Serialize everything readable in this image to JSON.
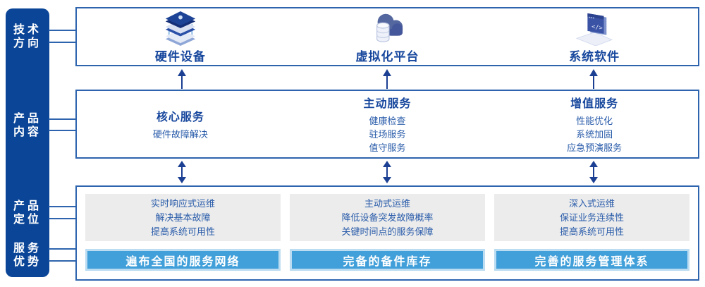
{
  "sidebar": {
    "items": [
      "技术方向",
      "产品内容",
      "产品定位",
      "服务优势"
    ]
  },
  "tech_row": {
    "columns": [
      {
        "icon": "server-stack-icon",
        "label": "硬件设备"
      },
      {
        "icon": "cloud-database-icon",
        "label": "虚拟化平台"
      },
      {
        "icon": "software-window-icon",
        "label": "系统软件"
      }
    ]
  },
  "content_row": {
    "columns": [
      {
        "title": "核心服务",
        "items": [
          "硬件故障解决"
        ]
      },
      {
        "title": "主动服务",
        "items": [
          "健康检查",
          "驻场服务",
          "值守服务"
        ]
      },
      {
        "title": "增值服务",
        "items": [
          "性能优化",
          "系统加固",
          "应急预演服务"
        ]
      }
    ]
  },
  "position_row": {
    "columns": [
      {
        "lines": [
          "实时响应式运维",
          "解决基本故障",
          "提高系统可用性"
        ],
        "advantage": "遍布全国的服务网络"
      },
      {
        "lines": [
          "主动式运维",
          "降低设备突发故障概率",
          "关键时间点的服务保障"
        ],
        "advantage": "完备的备件库存"
      },
      {
        "lines": [
          "深入式运维",
          "保证业务连续性",
          "提高系统可用性"
        ],
        "advantage": "完善的服务管理体系"
      }
    ]
  },
  "colors": {
    "sidebar_blue": "#0a4597",
    "box_border_blue": "#2e64ae",
    "title_navy": "#17479d",
    "body_blue": "#2a5caa",
    "advantage_bar_blue": "#419fd9",
    "advantage_bar_border": "#bcdcf2",
    "panel_gray": "#ececec",
    "arrow_navy": "#1b3f92"
  }
}
